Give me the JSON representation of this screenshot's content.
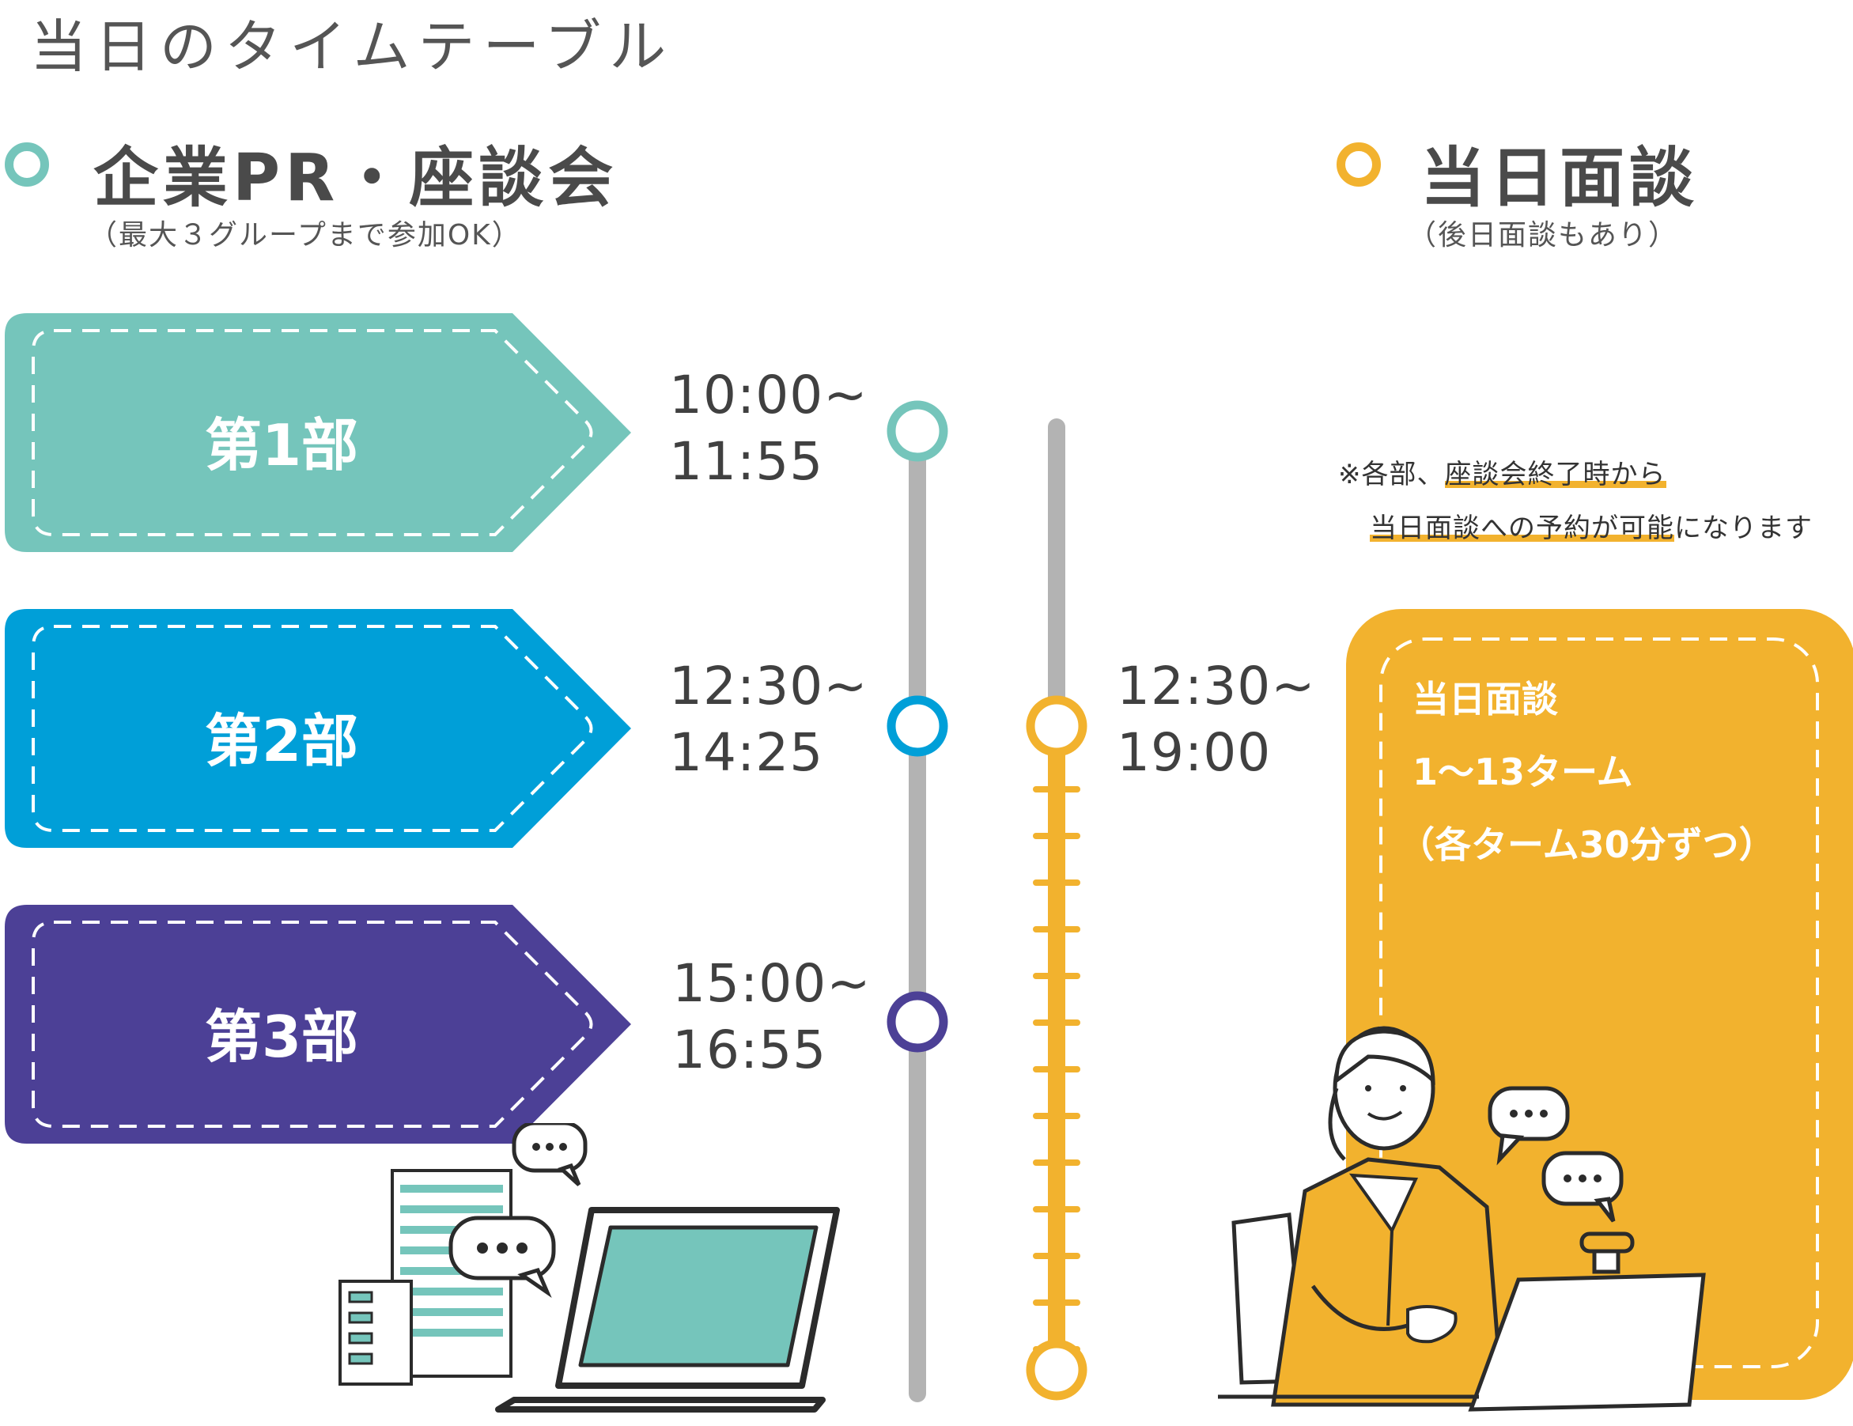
{
  "page_title": "当日のタイムテーブル",
  "legend": {
    "pr": {
      "label": "企業PR・座談会",
      "sub": "（最大３グループまで参加OK）",
      "color": "#75c5bb"
    },
    "interview": {
      "label": "当日面談",
      "sub": "（後日面談もあり）",
      "color": "#f2b22e"
    }
  },
  "sessions": [
    {
      "label": "第1部",
      "time": "10:00~\n11:55",
      "color": "#75c5bb"
    },
    {
      "label": "第2部",
      "time": "12:30~\n14:25",
      "color": "#009fd8"
    },
    {
      "label": "第3部",
      "time": "15:00~\n16:55",
      "color": "#4c4096"
    }
  ],
  "interview_time": "12:30~\n19:00",
  "note": {
    "prefix": "※各部、",
    "hl1": "座談会終了時から",
    "hl2": "当日面談への予約が可能",
    "suffix": "になります"
  },
  "interview_card": {
    "line1": "当日面談",
    "line2": "1～13ターム",
    "line3": "（各ターム30分ずつ）"
  },
  "colors": {
    "line_gray": "#b3b3b3",
    "yellow": "#f2b22e",
    "dark": "#2b2b2b"
  }
}
